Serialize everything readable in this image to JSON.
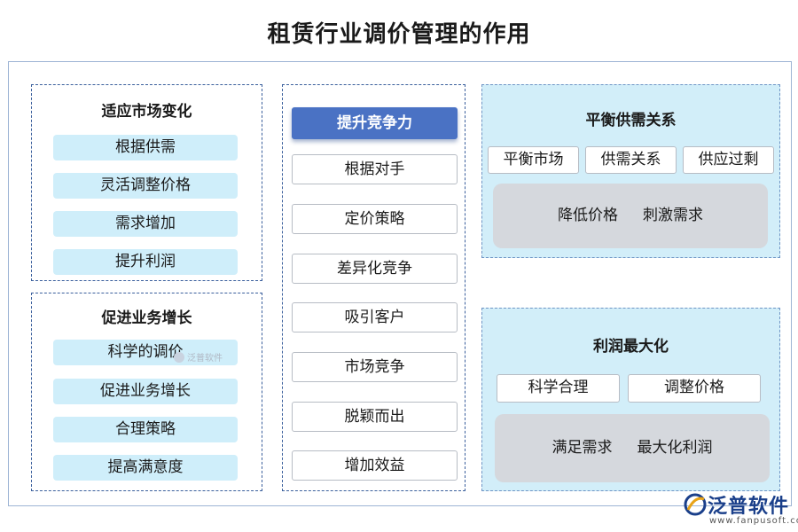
{
  "title": "租赁行业调价管理的作用",
  "left_top": {
    "title": "适应市场变化",
    "items": [
      "根据供需",
      "灵活调整价格",
      "需求增加",
      "提升利润"
    ]
  },
  "left_bottom": {
    "title": "促进业务增长",
    "items": [
      "科学的调价",
      "促进业务增长",
      "合理策略",
      "提高满意度"
    ]
  },
  "middle": {
    "active": "提升竞争力",
    "items": [
      "根据对手",
      "定价策略",
      "差异化竞争",
      "吸引客户",
      "市场竞争",
      "脱颖而出",
      "增加效益"
    ]
  },
  "right_top": {
    "title": "平衡供需关系",
    "tags": [
      "平衡市场",
      "供需关系",
      "供应过剩"
    ],
    "grey": [
      "降低价格",
      "刺激需求"
    ]
  },
  "right_bottom": {
    "title": "利润最大化",
    "tags": [
      "科学合理",
      "调整价格"
    ],
    "grey": [
      "满足需求",
      "最大化利润"
    ]
  },
  "watermark": "泛普软件",
  "logo": {
    "name": "泛普软件",
    "url": "www.fanpusoft.com"
  }
}
